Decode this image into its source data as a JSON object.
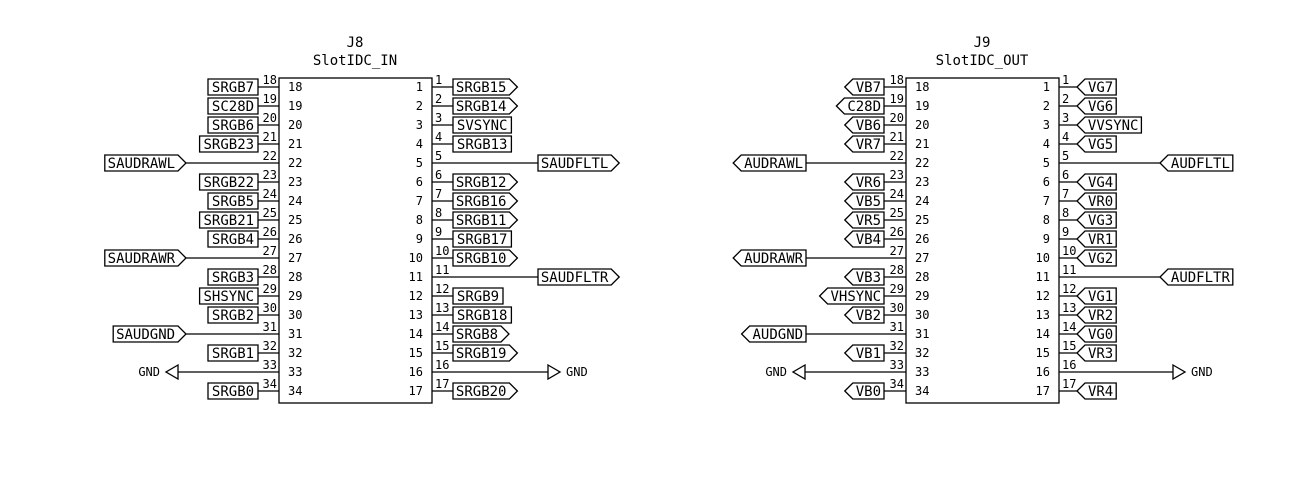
{
  "connectors": [
    {
      "ref": "J8",
      "value": "SlotIDC_IN",
      "left": [
        {
          "pin": "18",
          "label": "SRGB7",
          "shape": "rect"
        },
        {
          "pin": "19",
          "label": "SC28D",
          "shape": "rect"
        },
        {
          "pin": "20",
          "label": "SRGB6",
          "shape": "rect"
        },
        {
          "pin": "21",
          "label": "SRGB23",
          "shape": "rect"
        },
        {
          "pin": "22",
          "label": "SAUDRAWL",
          "shape": "out"
        },
        {
          "pin": "23",
          "label": "SRGB22",
          "shape": "rect"
        },
        {
          "pin": "24",
          "label": "SRGB5",
          "shape": "rect"
        },
        {
          "pin": "25",
          "label": "SRGB21",
          "shape": "rect"
        },
        {
          "pin": "26",
          "label": "SRGB4",
          "shape": "rect"
        },
        {
          "pin": "27",
          "label": "SAUDRAWR",
          "shape": "out"
        },
        {
          "pin": "28",
          "label": "SRGB3",
          "shape": "rect"
        },
        {
          "pin": "29",
          "label": "SHSYNC",
          "shape": "rect"
        },
        {
          "pin": "30",
          "label": "SRGB2",
          "shape": "rect"
        },
        {
          "pin": "31",
          "label": "SAUDGND",
          "shape": "out"
        },
        {
          "pin": "32",
          "label": "SRGB1",
          "shape": "rect"
        },
        {
          "pin": "33",
          "label": "GND",
          "shape": "gnd"
        },
        {
          "pin": "34",
          "label": "SRGB0",
          "shape": "rect"
        }
      ],
      "right": [
        {
          "pin": "1",
          "label": "SRGB15",
          "shape": "in"
        },
        {
          "pin": "2",
          "label": "SRGB14",
          "shape": "in"
        },
        {
          "pin": "3",
          "label": "SVSYNC",
          "shape": "rect"
        },
        {
          "pin": "4",
          "label": "SRGB13",
          "shape": "rect"
        },
        {
          "pin": "5",
          "label": "SAUDFLTL",
          "shape": "in"
        },
        {
          "pin": "6",
          "label": "SRGB12",
          "shape": "in"
        },
        {
          "pin": "7",
          "label": "SRGB16",
          "shape": "in"
        },
        {
          "pin": "8",
          "label": "SRGB11",
          "shape": "in"
        },
        {
          "pin": "9",
          "label": "SRGB17",
          "shape": "rect"
        },
        {
          "pin": "10",
          "label": "SRGB10",
          "shape": "in"
        },
        {
          "pin": "11",
          "label": "SAUDFLTR",
          "shape": "in"
        },
        {
          "pin": "12",
          "label": "SRGB9",
          "shape": "rect"
        },
        {
          "pin": "13",
          "label": "SRGB18",
          "shape": "rect"
        },
        {
          "pin": "14",
          "label": "SRGB8",
          "shape": "in"
        },
        {
          "pin": "15",
          "label": "SRGB19",
          "shape": "in"
        },
        {
          "pin": "16",
          "label": "GND",
          "shape": "gnd"
        },
        {
          "pin": "17",
          "label": "SRGB20",
          "shape": "in"
        }
      ]
    },
    {
      "ref": "J9",
      "value": "SlotIDC_OUT",
      "left": [
        {
          "pin": "18",
          "label": "VB7",
          "shape": "in"
        },
        {
          "pin": "19",
          "label": "C28D",
          "shape": "in"
        },
        {
          "pin": "20",
          "label": "VB6",
          "shape": "in"
        },
        {
          "pin": "21",
          "label": "VR7",
          "shape": "in"
        },
        {
          "pin": "22",
          "label": "AUDRAWL",
          "shape": "in"
        },
        {
          "pin": "23",
          "label": "VR6",
          "shape": "in"
        },
        {
          "pin": "24",
          "label": "VB5",
          "shape": "in"
        },
        {
          "pin": "25",
          "label": "VR5",
          "shape": "in"
        },
        {
          "pin": "26",
          "label": "VB4",
          "shape": "in"
        },
        {
          "pin": "27",
          "label": "AUDRAWR",
          "shape": "in"
        },
        {
          "pin": "28",
          "label": "VB3",
          "shape": "in"
        },
        {
          "pin": "29",
          "label": "VHSYNC",
          "shape": "in"
        },
        {
          "pin": "30",
          "label": "VB2",
          "shape": "in"
        },
        {
          "pin": "31",
          "label": "AUDGND",
          "shape": "in"
        },
        {
          "pin": "32",
          "label": "VB1",
          "shape": "in"
        },
        {
          "pin": "33",
          "label": "GND",
          "shape": "gnd"
        },
        {
          "pin": "34",
          "label": "VB0",
          "shape": "in"
        }
      ],
      "right": [
        {
          "pin": "1",
          "label": "VG7",
          "shape": "out"
        },
        {
          "pin": "2",
          "label": "VG6",
          "shape": "out"
        },
        {
          "pin": "3",
          "label": "VVSYNC",
          "shape": "out"
        },
        {
          "pin": "4",
          "label": "VG5",
          "shape": "out"
        },
        {
          "pin": "5",
          "label": "AUDFLTL",
          "shape": "out"
        },
        {
          "pin": "6",
          "label": "VG4",
          "shape": "out"
        },
        {
          "pin": "7",
          "label": "VR0",
          "shape": "out"
        },
        {
          "pin": "8",
          "label": "VG3",
          "shape": "out"
        },
        {
          "pin": "9",
          "label": "VR1",
          "shape": "out"
        },
        {
          "pin": "10",
          "label": "VG2",
          "shape": "out"
        },
        {
          "pin": "11",
          "label": "AUDFLTR",
          "shape": "out"
        },
        {
          "pin": "12",
          "label": "VG1",
          "shape": "out"
        },
        {
          "pin": "13",
          "label": "VR2",
          "shape": "out"
        },
        {
          "pin": "14",
          "label": "VG0",
          "shape": "out"
        },
        {
          "pin": "15",
          "label": "VR3",
          "shape": "out"
        },
        {
          "pin": "16",
          "label": "GND",
          "shape": "gnd"
        },
        {
          "pin": "17",
          "label": "VR4",
          "shape": "out"
        }
      ]
    }
  ]
}
